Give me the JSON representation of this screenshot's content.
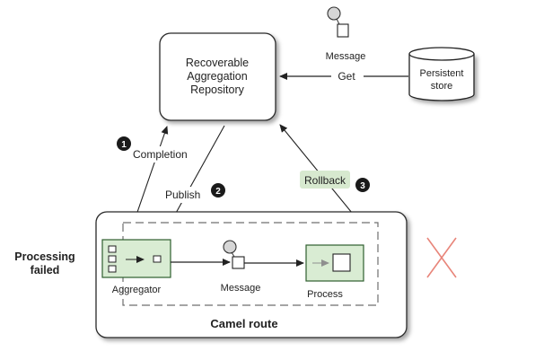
{
  "repository": {
    "lines": [
      "Recoverable",
      "Aggregation",
      "Repository"
    ]
  },
  "store": {
    "lines": [
      "Persistent",
      "store"
    ]
  },
  "top_message": {
    "label": "Message"
  },
  "edges": {
    "get": "Get",
    "completion": "Completion",
    "publish": "Publish",
    "rollback": "Rollback"
  },
  "badges": {
    "completion": "1",
    "publish": "2",
    "rollback": "3"
  },
  "status_label": {
    "lines": [
      "Processing",
      "failed"
    ]
  },
  "route": {
    "title": "Camel route",
    "aggregator_label": "Aggregator",
    "message_label": "Message",
    "process_label": "Process"
  },
  "colors": {
    "node_fill": "#d9ecd3",
    "node_stroke": "#2f5f2f",
    "rollback_highlight": "#d7e9cf",
    "failure_x": "#e8857a",
    "badge": "#1a1a1a",
    "route_border": "#7a7a7a"
  },
  "icons": {
    "failure": "x-mark-icon",
    "message": "message-envelope-icon",
    "store": "database-cylinder-icon"
  }
}
